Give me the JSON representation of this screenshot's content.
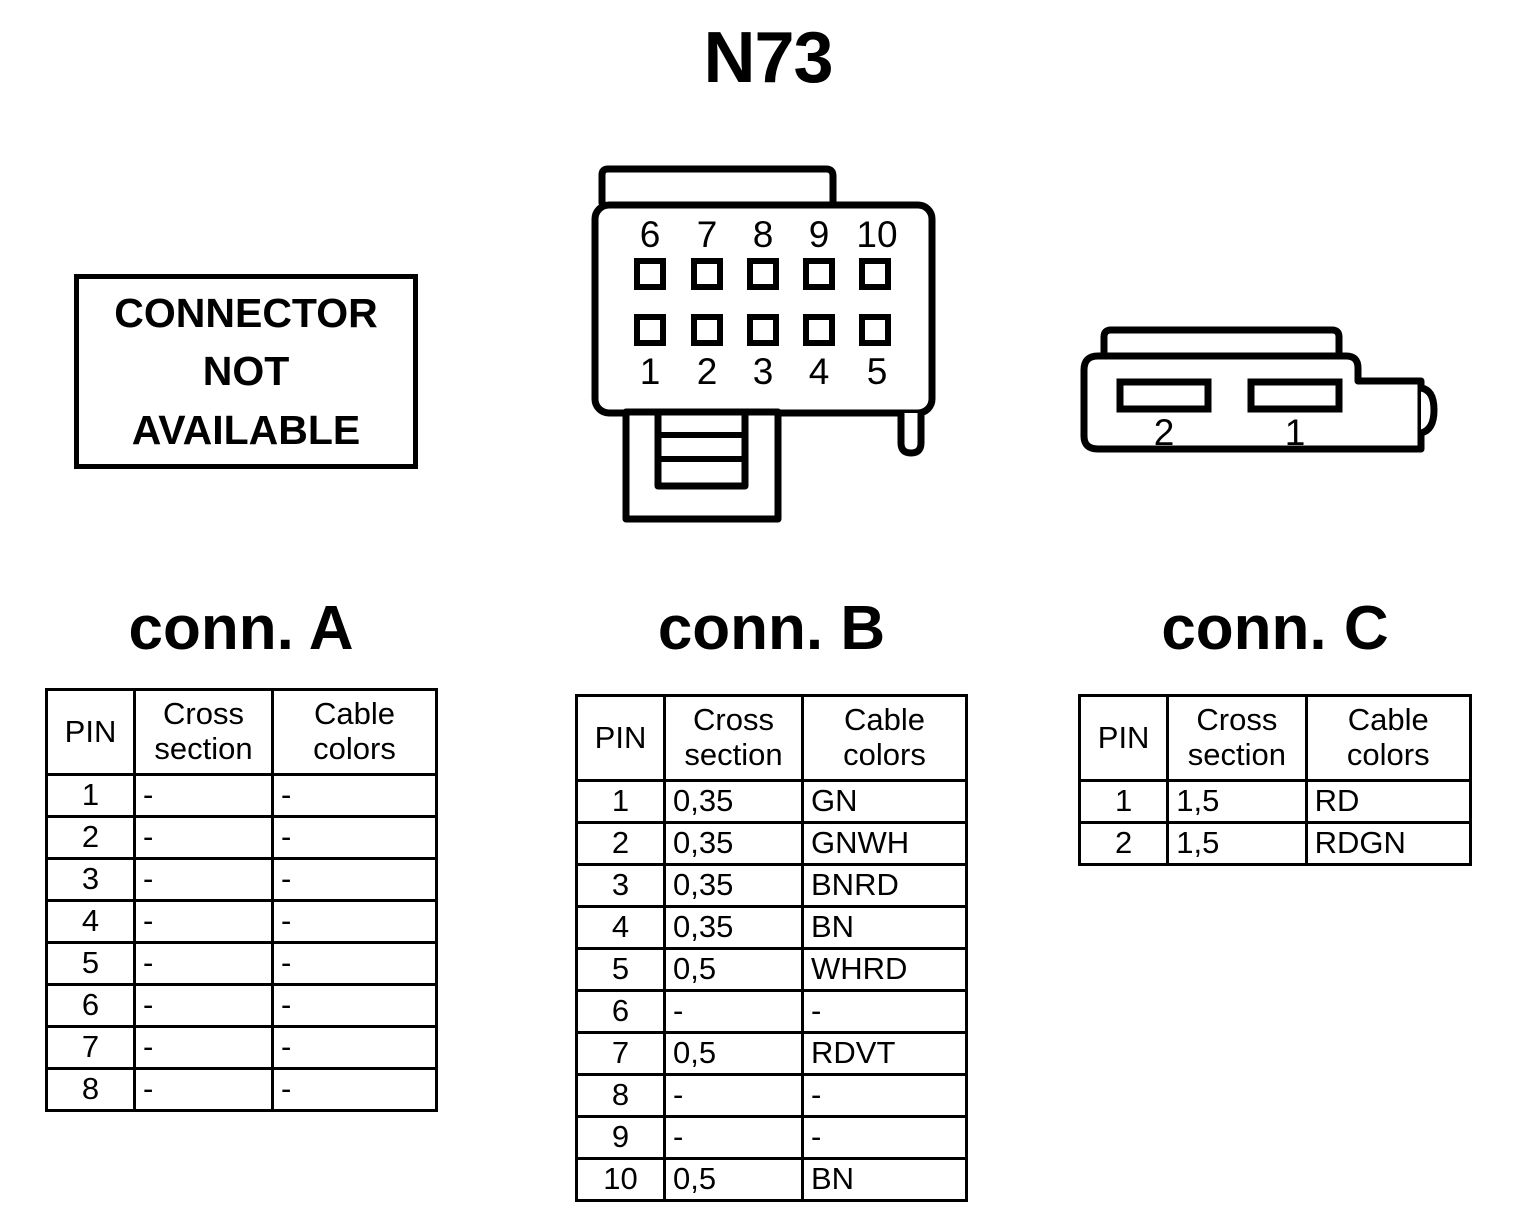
{
  "title": "N73",
  "not_available_box": {
    "lines": [
      "CONNECTOR",
      "NOT",
      "AVAILABLE"
    ]
  },
  "connector_b_art": {
    "top_pin_labels": [
      "6",
      "7",
      "8",
      "9",
      "10"
    ],
    "bottom_pin_labels": [
      "1",
      "2",
      "3",
      "4",
      "5"
    ],
    "pin_count": 10,
    "rows": 2,
    "columns": 5
  },
  "connector_c_art": {
    "slot_labels": [
      "2",
      "1"
    ],
    "slot_count": 2
  },
  "headings": {
    "a": "conn. A",
    "b": "conn. B",
    "c": "conn. C"
  },
  "table_headers": {
    "pin": "PIN",
    "cross_section_line1": "Cross",
    "cross_section_line2": "section",
    "cable_colors_line1": "Cable",
    "cable_colors_line2": "colors"
  },
  "tables": {
    "a": {
      "rows": [
        {
          "pin": "1",
          "cross_section": "-",
          "cable_colors": "-"
        },
        {
          "pin": "2",
          "cross_section": "-",
          "cable_colors": "-"
        },
        {
          "pin": "3",
          "cross_section": "-",
          "cable_colors": "-"
        },
        {
          "pin": "4",
          "cross_section": "-",
          "cable_colors": "-"
        },
        {
          "pin": "5",
          "cross_section": "-",
          "cable_colors": "-"
        },
        {
          "pin": "6",
          "cross_section": "-",
          "cable_colors": "-"
        },
        {
          "pin": "7",
          "cross_section": "-",
          "cable_colors": "-"
        },
        {
          "pin": "8",
          "cross_section": "-",
          "cable_colors": "-"
        }
      ]
    },
    "b": {
      "rows": [
        {
          "pin": "1",
          "cross_section": "0,35",
          "cable_colors": "GN"
        },
        {
          "pin": "2",
          "cross_section": "0,35",
          "cable_colors": "GNWH"
        },
        {
          "pin": "3",
          "cross_section": "0,35",
          "cable_colors": "BNRD"
        },
        {
          "pin": "4",
          "cross_section": "0,35",
          "cable_colors": "BN"
        },
        {
          "pin": "5",
          "cross_section": "0,5",
          "cable_colors": "WHRD"
        },
        {
          "pin": "6",
          "cross_section": "-",
          "cable_colors": "-"
        },
        {
          "pin": "7",
          "cross_section": "0,5",
          "cable_colors": "RDVT"
        },
        {
          "pin": "8",
          "cross_section": "-",
          "cable_colors": "-"
        },
        {
          "pin": "9",
          "cross_section": "-",
          "cable_colors": "-"
        },
        {
          "pin": "10",
          "cross_section": "0,5",
          "cable_colors": "BN"
        }
      ]
    },
    "c": {
      "rows": [
        {
          "pin": "1",
          "cross_section": "1,5",
          "cable_colors": "RD"
        },
        {
          "pin": "2",
          "cross_section": "1,5",
          "cable_colors": "RDGN"
        }
      ]
    }
  },
  "colors": {
    "ink": "#000000",
    "paper": "#ffffff"
  }
}
